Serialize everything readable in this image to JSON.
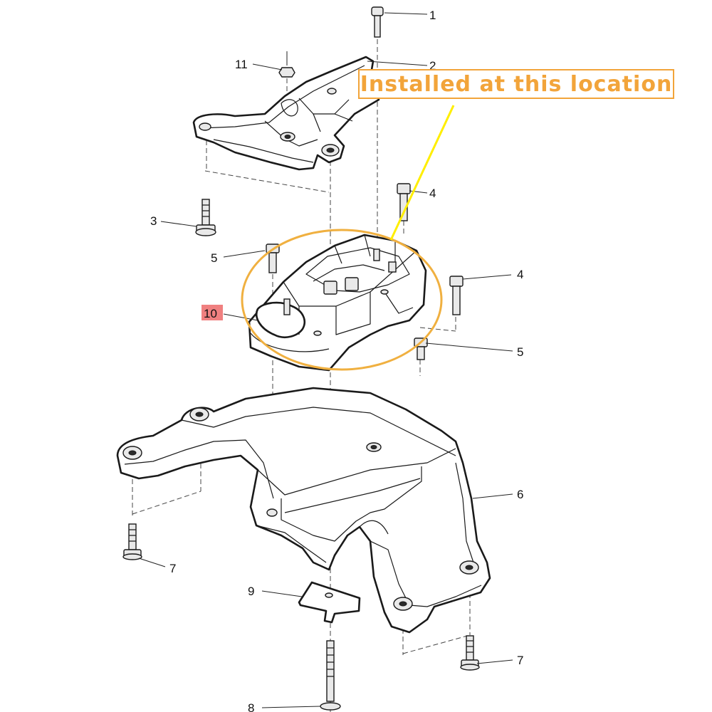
{
  "callout": {
    "text": "Installed at this location",
    "color": "#f2a43a"
  },
  "highlight": {
    "circle_color": "#f0b040",
    "leader_color": "#ffee00",
    "badge_color": "#f08080"
  },
  "callouts": [
    {
      "key": "c1",
      "num": "1"
    },
    {
      "key": "c11",
      "num": "11"
    },
    {
      "key": "c2",
      "num": "2"
    },
    {
      "key": "c4a",
      "num": "4"
    },
    {
      "key": "c3",
      "num": "3"
    },
    {
      "key": "c5a",
      "num": "5"
    },
    {
      "key": "c4b",
      "num": "4"
    },
    {
      "key": "c10",
      "num": "10"
    },
    {
      "key": "c5b",
      "num": "5"
    },
    {
      "key": "c6",
      "num": "6"
    },
    {
      "key": "c7a",
      "num": "7"
    },
    {
      "key": "c9",
      "num": "9"
    },
    {
      "key": "c7b",
      "num": "7"
    },
    {
      "key": "c8",
      "num": "8"
    }
  ]
}
